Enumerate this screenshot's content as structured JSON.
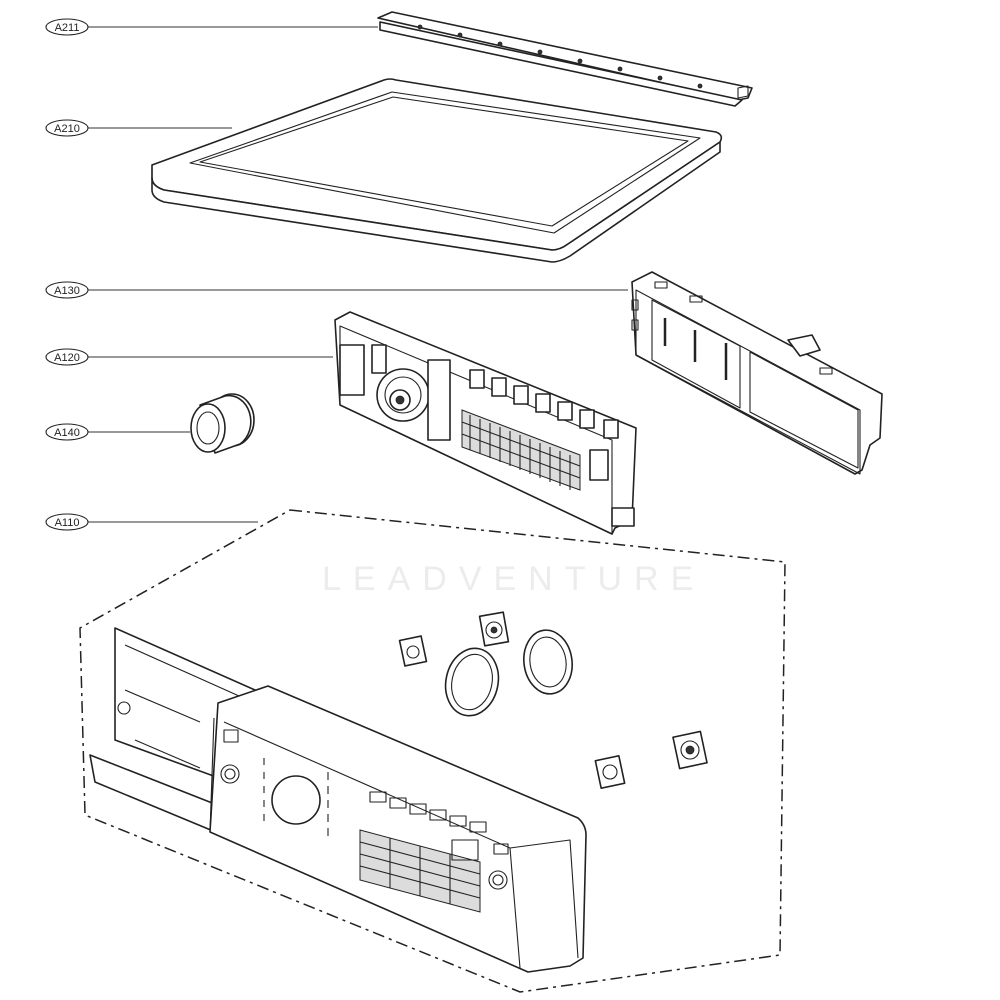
{
  "callouts": [
    {
      "id": "A211",
      "label": "A211"
    },
    {
      "id": "A210",
      "label": "A210"
    },
    {
      "id": "A130",
      "label": "A130"
    },
    {
      "id": "A120",
      "label": "A120"
    },
    {
      "id": "A140",
      "label": "A140"
    },
    {
      "id": "A110",
      "label": "A110"
    }
  ],
  "watermark": "LEADVENTURE"
}
